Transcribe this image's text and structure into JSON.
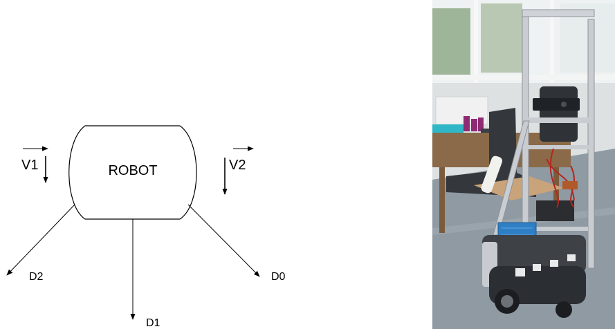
{
  "diagram": {
    "robot_label": "ROBOT",
    "velocities": [
      {
        "id": "v1",
        "label": "V1"
      },
      {
        "id": "v2",
        "label": "V2"
      }
    ],
    "directions": [
      {
        "id": "d0",
        "label": "D0"
      },
      {
        "id": "d1",
        "label": "D1"
      },
      {
        "id": "d2",
        "label": "D2"
      }
    ]
  },
  "photo": {
    "subject": "mobile robot with aluminium frame, camera, electronics board and wheeled base in an office room"
  },
  "colors": {
    "ink": "#000000",
    "frame_aluminium": "#c9ccd0",
    "base_dark": "#3e4247",
    "battery_blue": "#2f7fc4",
    "floor": "#8f9aa3",
    "window_light": "#eef2f2"
  }
}
